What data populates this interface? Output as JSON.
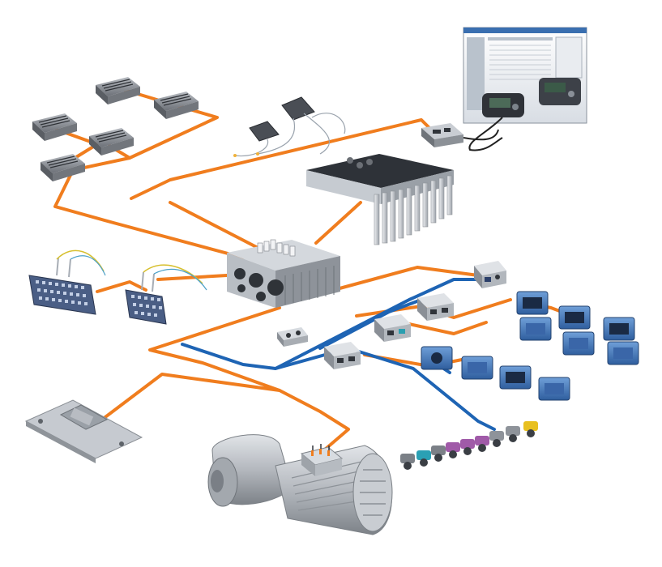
{
  "diagram": {
    "colors": {
      "orange_link": "#f07d1e",
      "blue_link": "#1e64b4",
      "module_body": "#8a8e94",
      "module_dark": "#3c4048",
      "blue_module": "#4a7fc0",
      "housing_light": "#c8ccd2",
      "fin_silver": "#d9dde2",
      "lcd_green": "#3b5a48",
      "connector_purple": "#a05aa8",
      "connector_teal": "#2aa0b4",
      "connector_yellow": "#e8c020"
    },
    "components": [
      {
        "id": "io-module-1",
        "kind": "io-module"
      },
      {
        "id": "io-module-2",
        "kind": "io-module"
      },
      {
        "id": "io-module-3",
        "kind": "io-module"
      },
      {
        "id": "io-module-4",
        "kind": "io-module"
      },
      {
        "id": "io-module-5",
        "kind": "io-module"
      },
      {
        "id": "temperature-sensors",
        "kind": "sensor-pair"
      },
      {
        "id": "pc-software-window",
        "kind": "pc-software"
      },
      {
        "id": "usb-interface-adapter",
        "kind": "interface-adapter"
      },
      {
        "id": "wall-mount-drive",
        "kind": "motor-drive"
      },
      {
        "id": "braking-resistor-grid-1",
        "kind": "braking-resistor"
      },
      {
        "id": "braking-resistor-grid-2",
        "kind": "braking-resistor"
      },
      {
        "id": "central-frequency-inverter",
        "kind": "frequency-inverter"
      },
      {
        "id": "fieldbus-module-1",
        "kind": "fieldbus-module"
      },
      {
        "id": "fieldbus-module-2",
        "kind": "fieldbus-module"
      },
      {
        "id": "fieldbus-module-3",
        "kind": "fieldbus-module"
      },
      {
        "id": "fieldbus-module-4",
        "kind": "fieldbus-module"
      },
      {
        "id": "small-plug-module",
        "kind": "plug-module"
      },
      {
        "id": "blue-io-cluster",
        "kind": "blue-io-modules"
      },
      {
        "id": "mounting-plate",
        "kind": "mounting-plate"
      },
      {
        "id": "geared-motor",
        "kind": "gear-motor"
      },
      {
        "id": "connector-row",
        "kind": "m12-connectors"
      }
    ]
  }
}
